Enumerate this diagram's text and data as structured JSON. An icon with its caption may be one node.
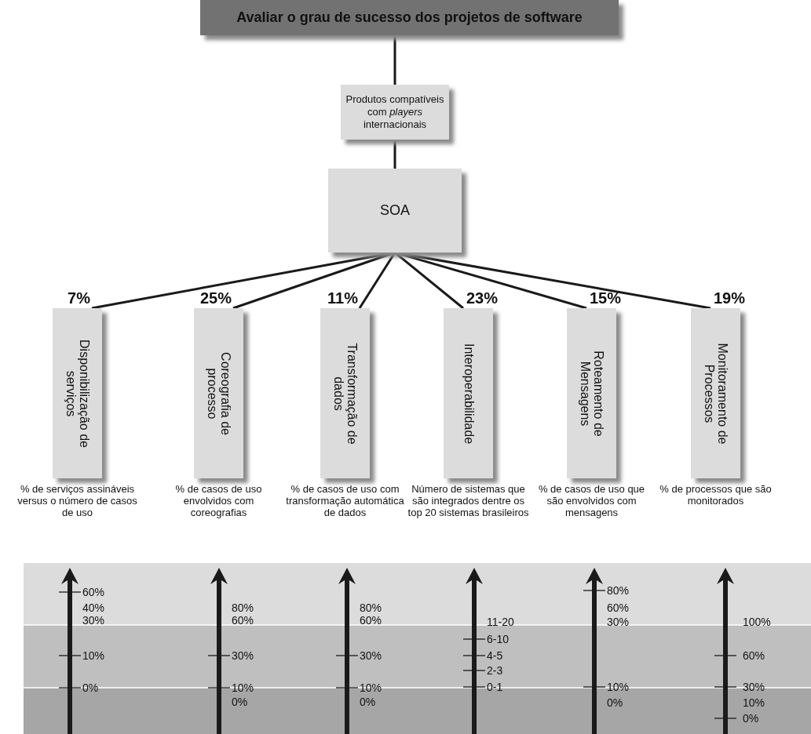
{
  "diagram": {
    "nodes": [
      {
        "text": [
          "Avaliar o grau de sucesso dos projetos de software"
        ]
      },
      {
        "text": [
          "Produtos compatíveis com *players* internacionais"
        ]
      },
      {
        "text": [
          "SOA"
        ]
      },
      {
        "text": [
          "Disponibilização de serviços"
        ],
        "beside": [
          "7%",
          "% de serviços assináveis versus o número de casos de uso"
        ]
      },
      {
        "text": [
          "Coreografia de processo"
        ],
        "beside": [
          "25%",
          "% de casos de uso envolvidos com coreografias"
        ]
      },
      {
        "text": [
          "Transformação de dados"
        ],
        "beside": [
          "11%",
          "% de casos de uso com transformação automática de dados"
        ]
      },
      {
        "text": [
          "Interoperabilidade"
        ],
        "beside": [
          "23%",
          "Número de sistemas que são integrados dentre os top 20 sistemas brasileiros"
        ]
      },
      {
        "text": [
          "Roteamento de Mensagens"
        ],
        "beside": [
          "15%",
          "% de casos de uso que são envolvidos com mensagens"
        ]
      },
      {
        "text": [
          "Monitoramento de Processos"
        ],
        "beside": [
          "19%",
          "% de processos que são monitorados"
        ]
      }
    ],
    "edges": [
      {
        "from": 0,
        "to": 1,
        "arrow": "none"
      },
      {
        "from": 1,
        "to": 2,
        "arrow": "none"
      },
      {
        "from": 2,
        "to": 3,
        "arrow": "none"
      },
      {
        "from": 2,
        "to": 4,
        "arrow": "none"
      },
      {
        "from": 2,
        "to": 5,
        "arrow": "none"
      },
      {
        "from": 2,
        "to": 6,
        "arrow": "none"
      },
      {
        "from": 2,
        "to": 7,
        "arrow": "none"
      },
      {
        "from": 2,
        "to": 8,
        "arrow": "none"
      }
    ],
    "labels": [
      "60%",
      "40%",
      "30%",
      "10%",
      "0%",
      "80%",
      "60%",
      "30%",
      "10%",
      "0%",
      "80%",
      "60%",
      "30%",
      "10%",
      "0%",
      "11-20",
      "6-10",
      "4-5",
      "2-3",
      "0-1",
      "80%",
      "60%",
      "30%",
      "10%",
      "0%",
      "100%",
      "60%",
      "30%",
      "10%",
      "0%"
    ]
  }
}
